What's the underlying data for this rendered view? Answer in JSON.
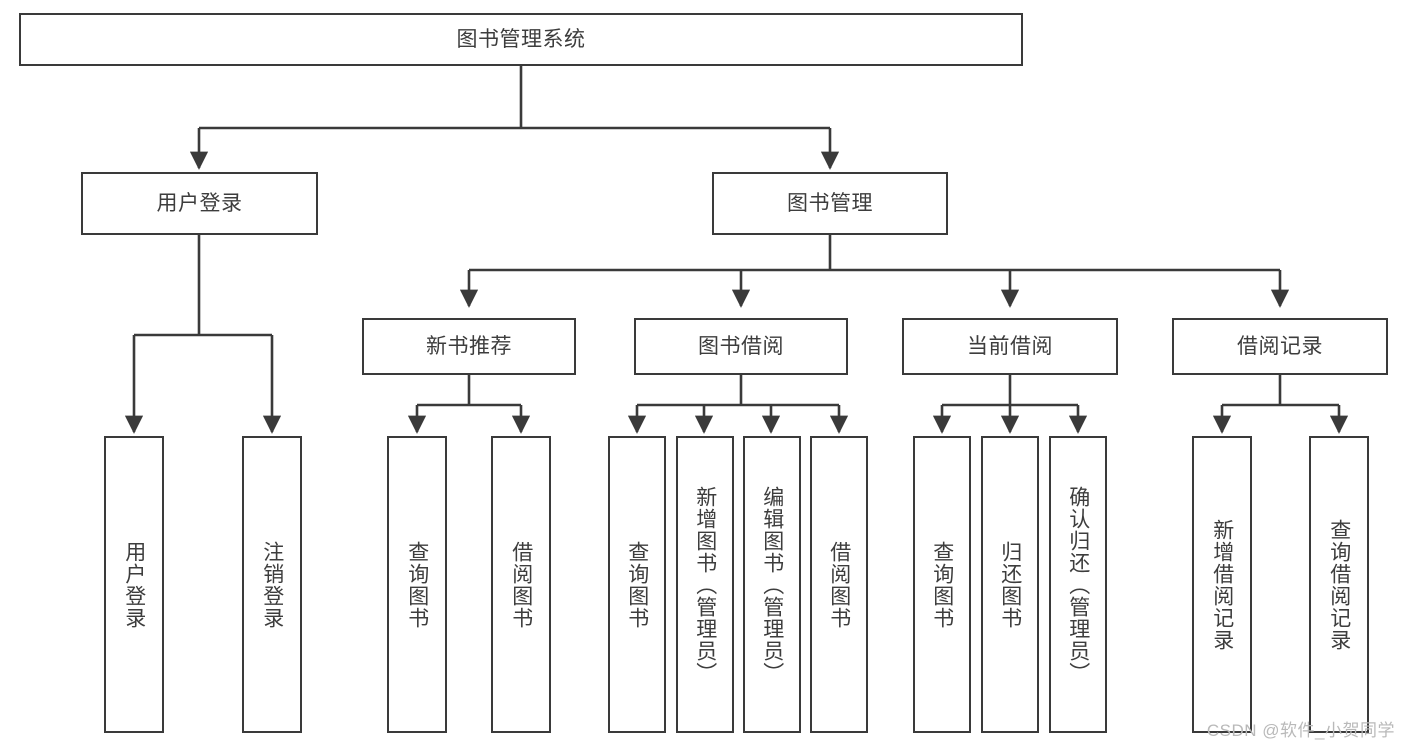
{
  "diagram": {
    "type": "tree-hierarchy-chart",
    "title": "图书管理系统",
    "colors": {
      "stroke": "#3a3a3a",
      "text": "#3d3d3d",
      "background": "#ffffff",
      "watermark": "#b9b9b9"
    },
    "root": {
      "label": "图书管理系统"
    },
    "level2": [
      {
        "id": "user-login",
        "label": "用户登录"
      },
      {
        "id": "book-management",
        "label": "图书管理"
      }
    ],
    "level3": [
      {
        "id": "new-book-recommend",
        "label": "新书推荐",
        "parent": "book-management"
      },
      {
        "id": "book-borrow",
        "label": "图书借阅",
        "parent": "book-management"
      },
      {
        "id": "current-borrow",
        "label": "当前借阅",
        "parent": "book-management"
      },
      {
        "id": "borrow-record",
        "label": "借阅记录",
        "parent": "book-management"
      }
    ],
    "leaves": {
      "user-login": [
        {
          "id": "leaf-user-login",
          "label": "用户登录"
        },
        {
          "id": "leaf-user-logout",
          "label": "注销登录"
        }
      ],
      "new-book-recommend": [
        {
          "id": "leaf-query-book-1",
          "label": "查询图书"
        },
        {
          "id": "leaf-borrow-book-1",
          "label": "借阅图书"
        }
      ],
      "book-borrow": [
        {
          "id": "leaf-query-book-2",
          "label": "查询图书"
        },
        {
          "id": "leaf-add-book",
          "label": "新增图书（管理员）"
        },
        {
          "id": "leaf-edit-book",
          "label": "编辑图书（管理员）"
        },
        {
          "id": "leaf-borrow-book-2",
          "label": "借阅图书"
        }
      ],
      "current-borrow": [
        {
          "id": "leaf-query-book-3",
          "label": "查询图书"
        },
        {
          "id": "leaf-return-book",
          "label": "归还图书"
        },
        {
          "id": "leaf-confirm-return",
          "label": "确认归还（管理员）"
        }
      ],
      "borrow-record": [
        {
          "id": "leaf-add-record",
          "label": "新增借阅记录"
        },
        {
          "id": "leaf-query-record",
          "label": "查询借阅记录"
        }
      ]
    }
  },
  "watermark": {
    "text": "CSDN @软件_小贺同学"
  }
}
